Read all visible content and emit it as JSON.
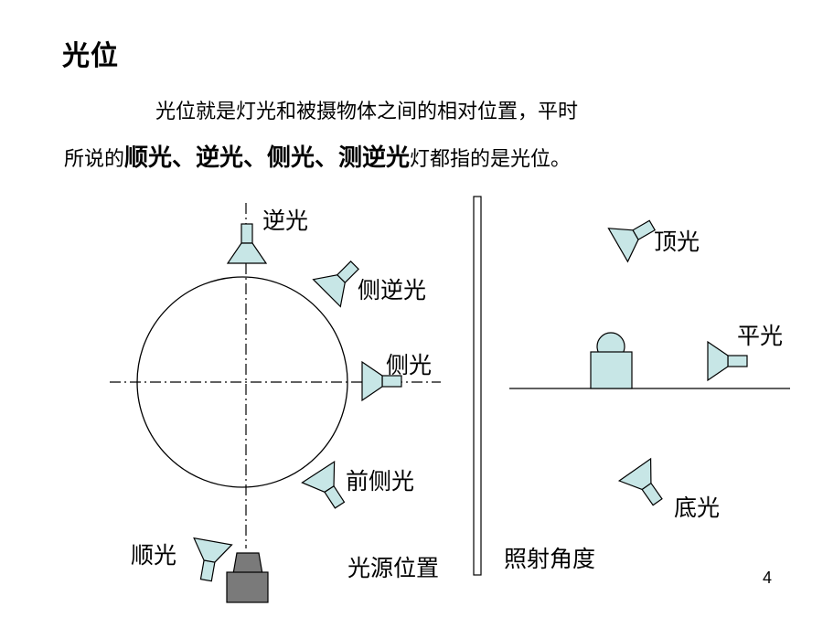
{
  "title": "光位",
  "paragraph": {
    "line1": "光位就是灯光和被摄物体之间的相对位置，平时",
    "line2_prefix": "所说的",
    "line2_bold": "顺光、逆光、侧光、测逆光",
    "line2_suffix": "灯都指的是光位。"
  },
  "left_diagram": {
    "caption": "光源位置",
    "lights": {
      "back": "逆光",
      "side_back": "侧逆光",
      "side": "侧光",
      "front_side": "前侧光",
      "front": "顺光"
    }
  },
  "right_diagram": {
    "caption": "照射角度",
    "lights": {
      "top": "顶光",
      "flat": "平光",
      "bottom": "底光"
    }
  },
  "page_number": "4",
  "colors": {
    "lamp_fill": "#c7e6e6",
    "camera_fill": "#7a7a7a",
    "stroke": "#000000"
  }
}
